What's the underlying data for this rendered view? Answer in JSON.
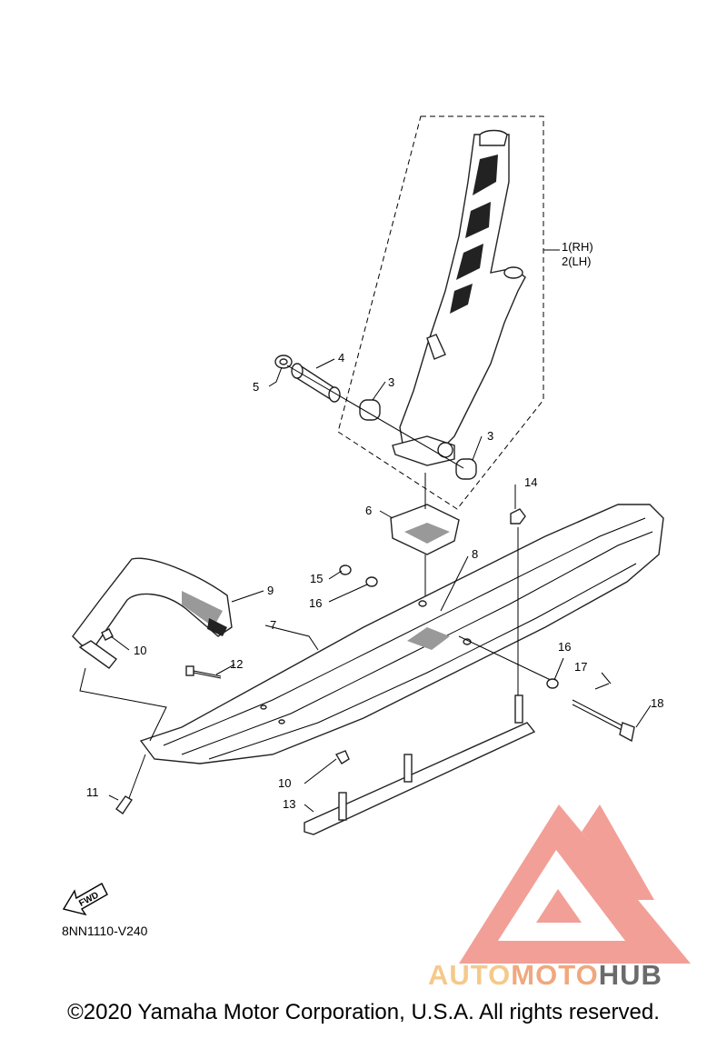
{
  "callouts": [
    {
      "id": "c1a",
      "text": "1(RH)"
    },
    {
      "id": "c1b",
      "text": "2(LH)"
    },
    {
      "id": "c3a",
      "text": "3"
    },
    {
      "id": "c3b",
      "text": "3"
    },
    {
      "id": "c4",
      "text": "4"
    },
    {
      "id": "c5",
      "text": "5"
    },
    {
      "id": "c6",
      "text": "6"
    },
    {
      "id": "c7",
      "text": "7"
    },
    {
      "id": "c8",
      "text": "8"
    },
    {
      "id": "c9",
      "text": "9"
    },
    {
      "id": "c10a",
      "text": "10"
    },
    {
      "id": "c10b",
      "text": "10"
    },
    {
      "id": "c11",
      "text": "11"
    },
    {
      "id": "c12",
      "text": "12"
    },
    {
      "id": "c13",
      "text": "13"
    },
    {
      "id": "c14",
      "text": "14"
    },
    {
      "id": "c15",
      "text": "15"
    },
    {
      "id": "c16a",
      "text": "16"
    },
    {
      "id": "c16b",
      "text": "16"
    },
    {
      "id": "c17",
      "text": "17"
    },
    {
      "id": "c18",
      "text": "18"
    }
  ],
  "fwd_label": "FWD",
  "diagram_code": "8NN1110-V240",
  "watermark": {
    "part1": "AUTO",
    "part2": "MOTO",
    "part3": "HUB"
  },
  "copyright": "©2020 Yamaha Motor Corporation, U.S.A. All rights reserved.",
  "colors": {
    "watermark_red": "#f08f86",
    "watermark_yellow": "#f5c98a",
    "watermark_orange": "#f0a87e",
    "watermark_grey": "#6b6b6b"
  }
}
